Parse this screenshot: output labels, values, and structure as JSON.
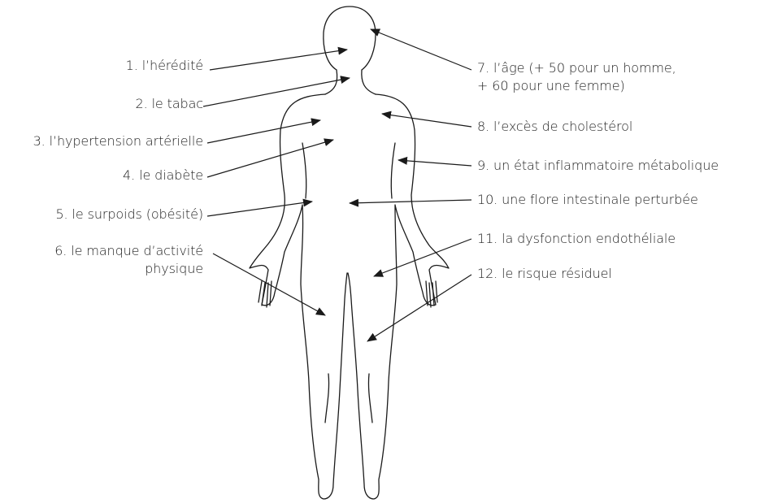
{
  "labels_left": [
    {
      "id": "1",
      "text": "1. l’hérédité"
    },
    {
      "id": "2",
      "text": "2. le tabac"
    },
    {
      "id": "3",
      "text": "3. l’hypertension artérielle"
    },
    {
      "id": "4",
      "text": "4. le diabète"
    },
    {
      "id": "5",
      "text": "5. le surpoids (obésité)"
    },
    {
      "id": "6",
      "lines": [
        "6. le manque d’activité",
        "physique"
      ]
    }
  ],
  "labels_right": [
    {
      "id": "7",
      "lines": [
        "7. l’âge (+ 50 pour un homme,",
        "+ 60 pour une femme)"
      ]
    },
    {
      "id": "8",
      "text": "8. l’excès de cholestérol"
    },
    {
      "id": "9",
      "text": "9. un état inflammatoire métabolique"
    },
    {
      "id": "10",
      "text": "10. une flore intestinale perturbée"
    },
    {
      "id": "11",
      "text": "11. la dysfonction endothéliale"
    },
    {
      "id": "12",
      "text": "12. le risque résiduel"
    }
  ],
  "colors": {
    "line": "#1a1a1a",
    "text": "#1f1f1f",
    "background": "#ffffff"
  }
}
